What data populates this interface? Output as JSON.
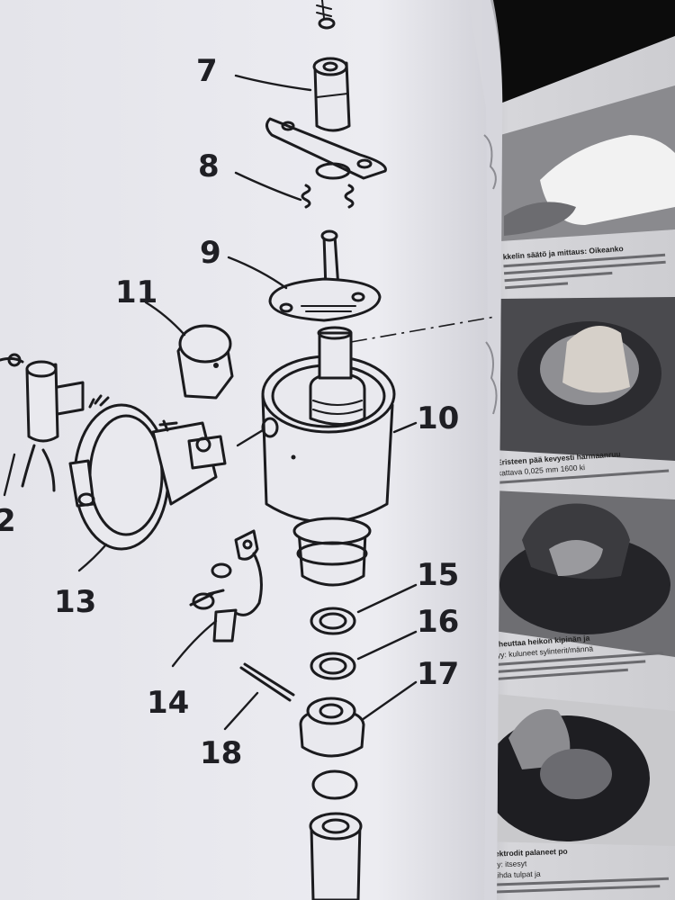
{
  "labels": {
    "l2": "2",
    "l7": "7",
    "l8": "8",
    "l9": "9",
    "l10": "10",
    "l11": "11",
    "l13": "13",
    "l14": "14",
    "l15": "15",
    "l16": "16",
    "l17": "17",
    "l18": "18"
  },
  "right_page": {
    "caption_1": "kkelin säätö ja mittaus: Oikeanko",
    "caption_2": "Eristeen pää kevyesti harmaanruu",
    "caption_3": "kattava 0,025 mm 1600 ki",
    "caption_4": "Aiheuttaa heikon kipinän ja",
    "caption_5": "Syy: kuluneet sylinterit/männä",
    "caption_6": "Elektrodit palaneet po",
    "caption_7": "Syy: itsesyt",
    "caption_8": "Vaihda tulpat ja"
  },
  "colors": {
    "paper": "#e9e9ee",
    "ink": "#1b1b1e",
    "right_page": "#d3d3d6",
    "background": "#0c0c0c"
  }
}
